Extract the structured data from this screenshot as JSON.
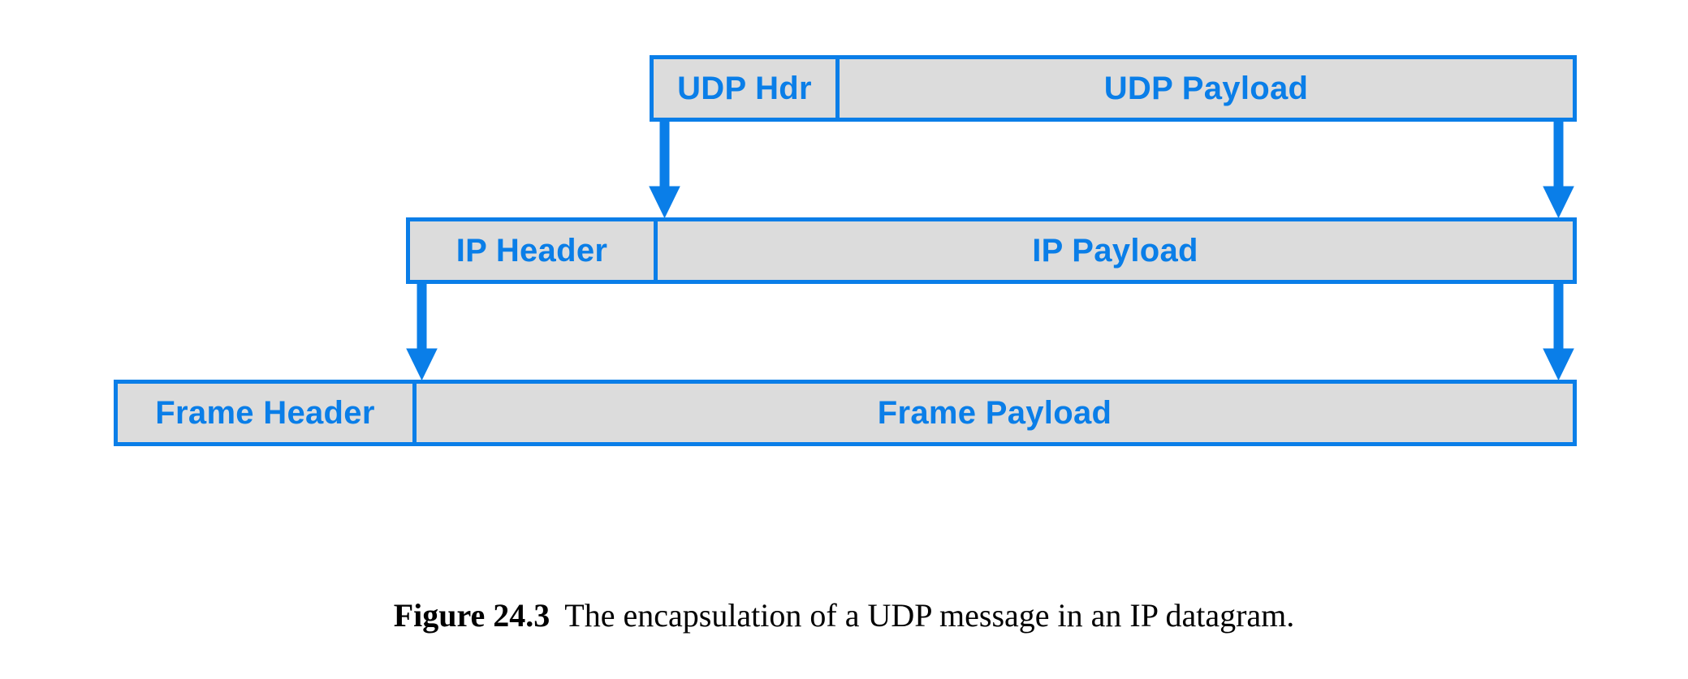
{
  "figure": {
    "caption_label": "Figure 24.3",
    "caption_text": "The encapsulation of a UDP message in an IP datagram."
  },
  "colors": {
    "stroke": "#0a7ee8",
    "text": "#0a7ee8",
    "fill": "#dcdcdc",
    "background": "#ffffff",
    "caption": "#000000"
  },
  "diagram": {
    "type": "encapsulation-stack",
    "rows": [
      {
        "id": "udp",
        "header_label": "UDP Hdr",
        "payload_label": "UDP Payload"
      },
      {
        "id": "ip",
        "header_label": "IP Header",
        "payload_label": "IP Payload"
      },
      {
        "id": "frame",
        "header_label": "Frame Header",
        "payload_label": "Frame Payload"
      }
    ],
    "arrows": [
      {
        "id": "udp-left-to-ip",
        "from": "udp-row-left-edge",
        "to": "ip-payload-left-edge",
        "direction": "down"
      },
      {
        "id": "udp-right-to-ip",
        "from": "udp-row-right-edge",
        "to": "ip-payload-right-edge",
        "direction": "down"
      },
      {
        "id": "ip-left-to-frame",
        "from": "ip-row-left-edge",
        "to": "frame-payload-left-edge",
        "direction": "down"
      },
      {
        "id": "ip-right-to-frame",
        "from": "ip-row-right-edge",
        "to": "frame-payload-right-edge",
        "direction": "down"
      }
    ]
  }
}
